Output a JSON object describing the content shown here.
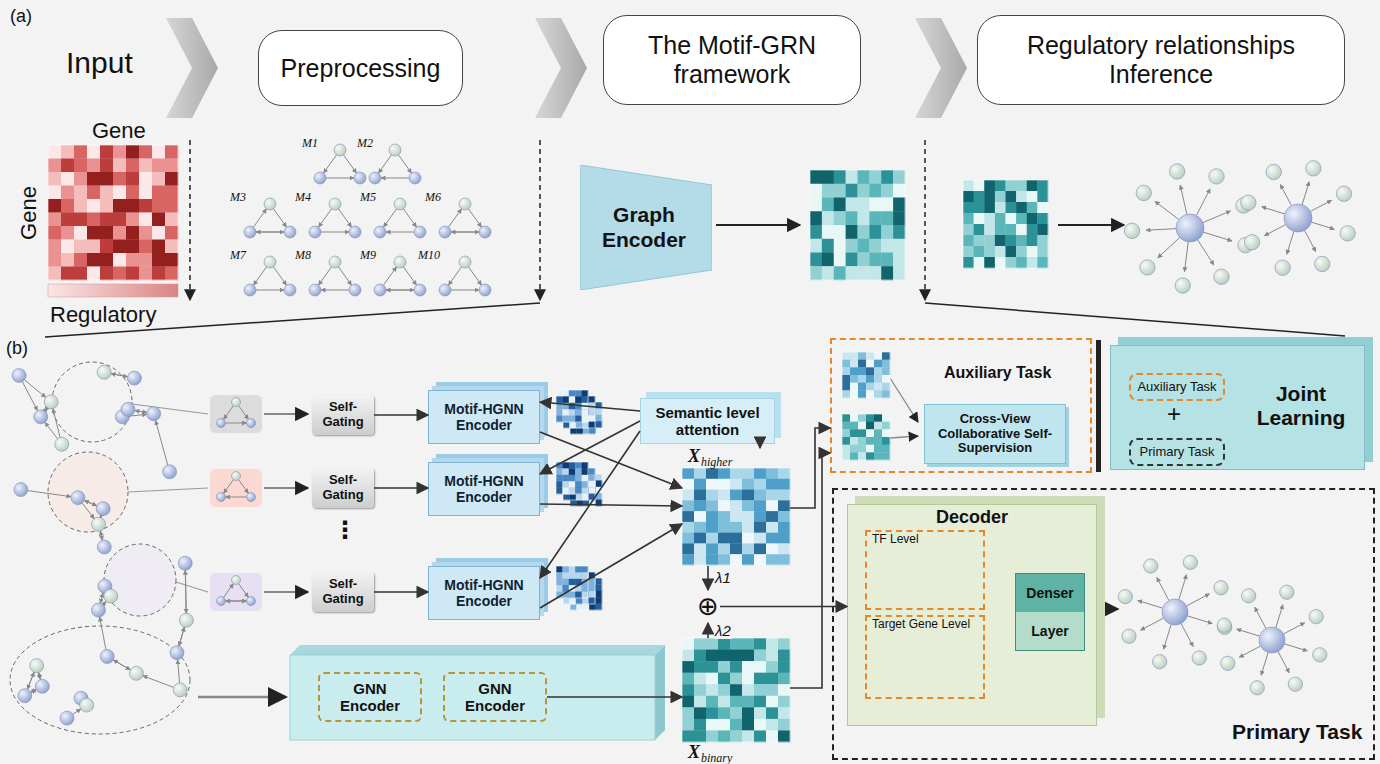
{
  "diagram": {
    "nodes": [
      {
        "text": [
          "Preprocessing"
        ]
      },
      {
        "text": [
          "The Motif-GRN framework"
        ]
      },
      {
        "text": [
          "Regulatory relationships Inference"
        ]
      },
      {
        "text": [
          "Graph Encoder"
        ]
      },
      {
        "text": [
          "Self-Gating"
        ]
      },
      {
        "text": [
          "Motif-HGNN Encoder"
        ]
      },
      {
        "text": [
          "Self-Gating"
        ]
      },
      {
        "text": [
          "Motif-HGNN Encoder"
        ]
      },
      {
        "text": [
          "Self-Gating"
        ]
      },
      {
        "text": [
          "Motif-HGNN Encoder"
        ]
      },
      {
        "text": [
          "Semantic level attention"
        ]
      },
      {
        "text": [
          "X",
          "higher"
        ]
      },
      {
        "text": [
          "X",
          "binary"
        ]
      },
      {
        "text": [
          "GNN Encoder"
        ]
      },
      {
        "text": [
          "GNN Encoder"
        ]
      },
      {
        "text": [
          "Auxiliary Task"
        ]
      },
      {
        "text": [
          "Cross-View Collaborative Self-Supervision"
        ],
        "in": 15
      },
      {
        "text": [
          "Joint Learning"
        ]
      },
      {
        "text": [
          "Auxiliary Task"
        ],
        "in": 17
      },
      {
        "text": [
          "Primary Task"
        ],
        "in": 17
      },
      {
        "text": [
          "Primary Task"
        ]
      },
      {
        "text": [
          "Decoder"
        ],
        "in": 20
      },
      {
        "text": [
          "TF Level"
        ],
        "in": 21
      },
      {
        "text": [
          "Target Gene Level"
        ],
        "in": 21
      },
      {
        "text": [
          "Denser",
          "Layer"
        ],
        "in": 21
      },
      {
        "text": [
          "⊕"
        ]
      }
    ],
    "edges": [
      {
        "from": 4,
        "to": 5,
        "arrow": "to"
      },
      {
        "from": 6,
        "to": 7,
        "arrow": "to"
      },
      {
        "from": 8,
        "to": 9,
        "arrow": "to"
      },
      {
        "from": 5,
        "to": 11,
        "arrow": "to"
      },
      {
        "from": 7,
        "to": 11,
        "arrow": "to"
      },
      {
        "from": 9,
        "to": 11,
        "arrow": "to"
      },
      {
        "from": 10,
        "to": 5,
        "arrow": "to"
      },
      {
        "from": 10,
        "to": 7,
        "arrow": "to"
      },
      {
        "from": 10,
        "to": 9,
        "arrow": "to"
      },
      {
        "from": 10,
        "to": 11,
        "arrow": "to"
      },
      {
        "from": 11,
        "to": 25,
        "label": "λ1",
        "arrow": "to"
      },
      {
        "from": 12,
        "to": 25,
        "label": "λ2",
        "arrow": "to"
      },
      {
        "from": 25,
        "to": 21,
        "arrow": "to"
      },
      {
        "from": 14,
        "to": 12,
        "arrow": "to"
      },
      {
        "from": 11,
        "to": 15,
        "arrow": "to"
      },
      {
        "from": 12,
        "to": 15,
        "arrow": "to"
      }
    ],
    "labels": [
      "(a)",
      "Input",
      "Gene",
      "Gene",
      "Regulatory",
      "M1",
      "M2",
      "M3",
      "M4",
      "M5",
      "M6",
      "M7",
      "M8",
      "M9",
      "M10",
      "(b)",
      "⋮",
      "+"
    ]
  }
}
